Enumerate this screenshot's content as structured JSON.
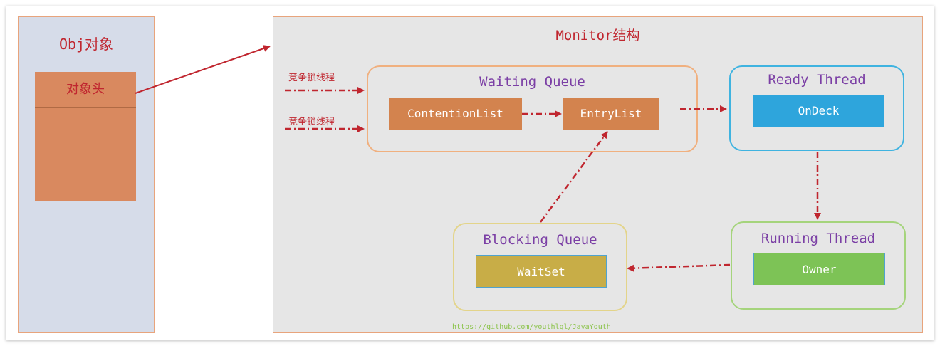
{
  "object_panel": {
    "title": "Obj对象",
    "header_label": "对象头"
  },
  "monitor_panel": {
    "title": "Monitor结构"
  },
  "competing_threads": [
    {
      "label": "竞争锁线程"
    },
    {
      "label": "竞争锁线程"
    }
  ],
  "groups": {
    "waiting_queue": {
      "title": "Waiting Queue",
      "nodes": [
        "ContentionList",
        "EntryList"
      ]
    },
    "ready_thread": {
      "title": "Ready Thread",
      "node": "OnDeck"
    },
    "running_thread": {
      "title": "Running Thread",
      "node": "Owner"
    },
    "blocking_queue": {
      "title": "Blocking Queue",
      "node": "WaitSet"
    }
  },
  "watermark": "https://github.com/youthlql/JavaYouth",
  "colors": {
    "arrow": "#c0262f",
    "group_title": "#7b3fa5",
    "obj_panel_bg": "#d6dce9",
    "monitor_panel_bg": "#e6e6e6",
    "orange_node": "#d3834e",
    "blue_node": "#2ea5dc",
    "green_node": "#7dc356",
    "gold_node": "#c8ad47"
  }
}
